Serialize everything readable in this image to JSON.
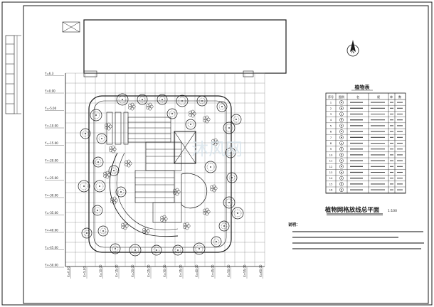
{
  "drawing": {
    "title": "植物网格放线总平面",
    "scale": "1:100",
    "north_label": "N",
    "table_title": "植物表",
    "watermark": "沐风网",
    "notes_title": "说明："
  },
  "table": {
    "headers": [
      "序号",
      "图例",
      "名",
      "规",
      "单",
      "数"
    ],
    "rows": [
      [
        "1",
        "",
        "",
        "",
        "",
        ""
      ],
      [
        "2",
        "",
        "",
        "",
        "",
        ""
      ],
      [
        "3",
        "",
        "",
        "",
        "",
        ""
      ],
      [
        "4",
        "",
        "",
        "",
        "",
        ""
      ],
      [
        "5",
        "",
        "",
        "",
        "",
        ""
      ],
      [
        "6",
        "",
        "",
        "",
        "",
        ""
      ],
      [
        "7",
        "",
        "",
        "",
        "",
        ""
      ],
      [
        "8",
        "",
        "",
        "",
        "",
        ""
      ],
      [
        "9",
        "",
        "",
        "",
        "",
        ""
      ],
      [
        "10",
        "",
        "",
        "",
        "",
        ""
      ],
      [
        "11",
        "",
        "",
        "",
        "",
        ""
      ],
      [
        "12",
        "",
        "",
        "",
        "",
        ""
      ],
      [
        "13",
        "",
        "",
        "",
        "",
        ""
      ],
      [
        "14",
        "",
        "",
        "",
        "",
        ""
      ],
      [
        "15",
        "",
        "",
        "",
        "",
        ""
      ],
      [
        "16",
        "",
        "",
        "",
        "",
        ""
      ]
    ]
  },
  "grid": {
    "y_labels": [
      "Y=6.3",
      "Y=0.00",
      "Y=-5.00",
      "Y=-10.00",
      "Y=-15.00",
      "Y=-20.00",
      "Y=-25.00",
      "Y=-30.00",
      "Y=-35.00",
      "Y=-40.00",
      "Y=-45.00",
      "Y=-50.00"
    ],
    "x_labels": [
      "X=0.00",
      "X=5.00",
      "X=10.00",
      "X=15.00",
      "X=20.00",
      "X=25.00",
      "X=30.00",
      "X=35.00",
      "X=40.00",
      "X=45.00",
      "X=50.00",
      "X=55.00",
      "X=60.00"
    ]
  },
  "colors": {
    "line": "#1a1a1a",
    "grid": "#7a7a7a",
    "paper": "#ffffff"
  }
}
